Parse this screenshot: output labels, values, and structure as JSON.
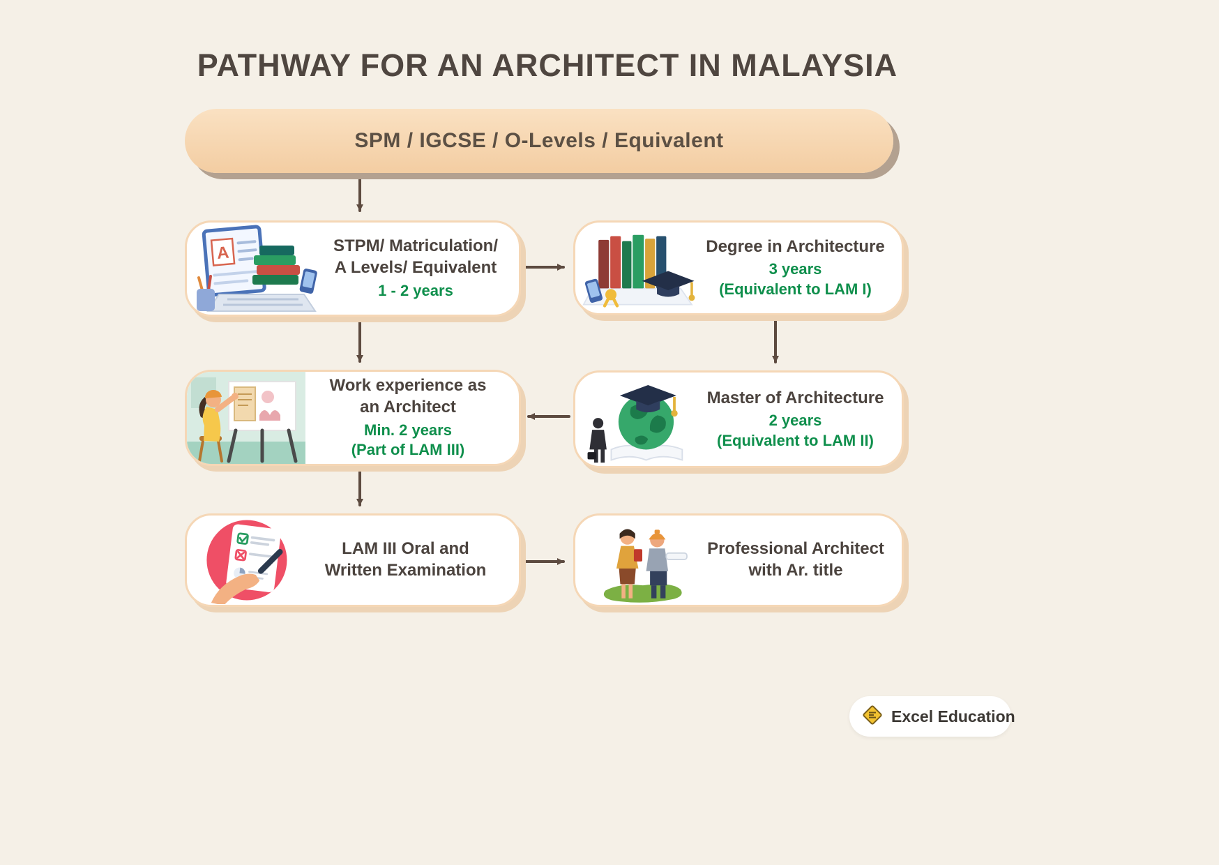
{
  "title": "PATHWAY FOR AN ARCHITECT IN MALAYSIA",
  "top_box": {
    "label": "SPM / IGCSE / O-Levels / Equivalent"
  },
  "nodes": {
    "stpm": {
      "title_lines": [
        "STPM/ Matriculation/",
        "A Levels/ Equivalent"
      ],
      "detail_lines": [
        "1 - 2 years"
      ]
    },
    "degree": {
      "title_lines": [
        "Degree in Architecture"
      ],
      "detail_lines": [
        "3 years",
        "(Equivalent to LAM I)"
      ]
    },
    "work": {
      "title_lines": [
        "Work experience as",
        "an Architect"
      ],
      "detail_lines": [
        "Min. 2 years",
        "(Part of LAM III)"
      ]
    },
    "master": {
      "title_lines": [
        "Master of Architecture"
      ],
      "detail_lines": [
        "2 years",
        "(Equivalent to LAM II)"
      ]
    },
    "exam": {
      "title_lines": [
        "LAM III Oral and",
        "Written Examination"
      ],
      "detail_lines": []
    },
    "professional": {
      "title_lines": [
        "Professional Architect",
        "with Ar. title"
      ],
      "detail_lines": []
    }
  },
  "illustrations": {
    "stpm": "study-desk-books-illustration",
    "degree": "books-graduation-cap-illustration",
    "work": "architect-drafting-easel-illustration",
    "master": "globe-graduation-cap-book-illustration",
    "exam": "hand-signing-checklist-illustration",
    "professional": "architect-couple-illustration",
    "study_board_letter": "A"
  },
  "footer": {
    "brand": "Excel Education",
    "logo_icon": "excel-education-diamond-icon"
  },
  "colors": {
    "background": "#f5f0e7",
    "top_box_fill": "#f8d9b6",
    "box_border": "#f5d7b6",
    "box_shadow": "#edd3b5",
    "accent_green": "#0f8f4c",
    "text_dark": "#4b433e",
    "arrow": "#5d4b40",
    "exam_circle_pink": "#ef4f66",
    "brand_gold": "#f2c230"
  }
}
